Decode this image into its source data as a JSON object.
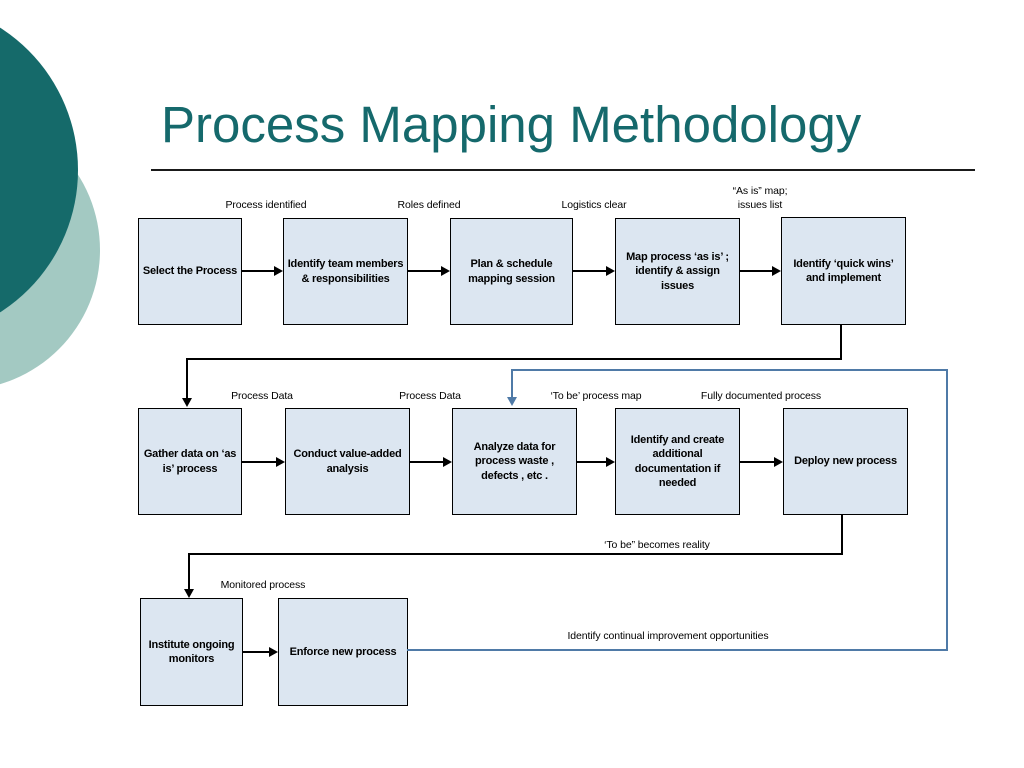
{
  "slide": {
    "title": "Process Mapping Methodology"
  },
  "colors": {
    "teal_dark": "#15696c",
    "teal_light": "#a3c9c2",
    "box_fill": "#dce6f1",
    "box_border": "#000000",
    "connector_black": "#000000",
    "connector_blue": "#4f7aa7"
  },
  "flowchart": {
    "boxes": [
      {
        "label": "Select the Process"
      },
      {
        "label": "Identify team members & responsibilities"
      },
      {
        "label": "Plan & schedule mapping session"
      },
      {
        "label": "Map process ‘as is’ ; identify & assign issues"
      },
      {
        "label": "Identify ‘quick wins’ and implement"
      },
      {
        "label": "Gather data on ‘as is’ process"
      },
      {
        "label": "Conduct value-added analysis"
      },
      {
        "label": "Analyze data for process waste , defects , etc ."
      },
      {
        "label": "Identify and create additional documentation if needed"
      },
      {
        "label": "Deploy new process"
      },
      {
        "label": "Institute ongoing monitors"
      },
      {
        "label": "Enforce new process"
      }
    ],
    "connector_labels": [
      {
        "text": "Process identified"
      },
      {
        "text": "Roles defined"
      },
      {
        "text": "Logistics clear"
      },
      {
        "text": "“As is” map; issues list"
      },
      {
        "text": "Process Data"
      },
      {
        "text": "Process Data"
      },
      {
        "text": "‘To be’ process map"
      },
      {
        "text": "Fully documented process"
      },
      {
        "text": "‘To be” becomes reality"
      },
      {
        "text": "Monitored process"
      },
      {
        "text": "Identify continual improvement opportunities"
      }
    ]
  }
}
